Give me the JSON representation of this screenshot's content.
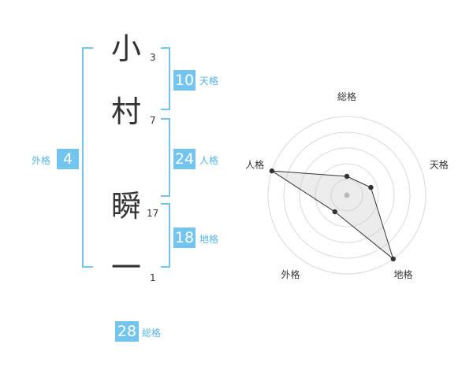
{
  "name": {
    "characters": [
      {
        "char": "小",
        "strokes": "3"
      },
      {
        "char": "村",
        "strokes": "7"
      },
      {
        "char": "瞬",
        "strokes": "17"
      },
      {
        "char": "一",
        "strokes": "1"
      }
    ]
  },
  "fortunes": {
    "tenkaku": {
      "value": "10",
      "label": "天格"
    },
    "jinkaku": {
      "value": "24",
      "label": "人格"
    },
    "chikaku": {
      "value": "18",
      "label": "地格"
    },
    "gaikaku": {
      "value": "4",
      "label": "外格"
    },
    "soukaku": {
      "value": "28",
      "label": "総格"
    }
  },
  "colors": {
    "accent": "#74c4f0",
    "label": "#56b3e8"
  },
  "chart_data": {
    "type": "radar",
    "axes": [
      "総格",
      "天格",
      "地格",
      "外格",
      "人格"
    ],
    "values": [
      0.24,
      0.32,
      1.0,
      0.26,
      1.0
    ],
    "rings": 5,
    "range": [
      0,
      1
    ]
  }
}
